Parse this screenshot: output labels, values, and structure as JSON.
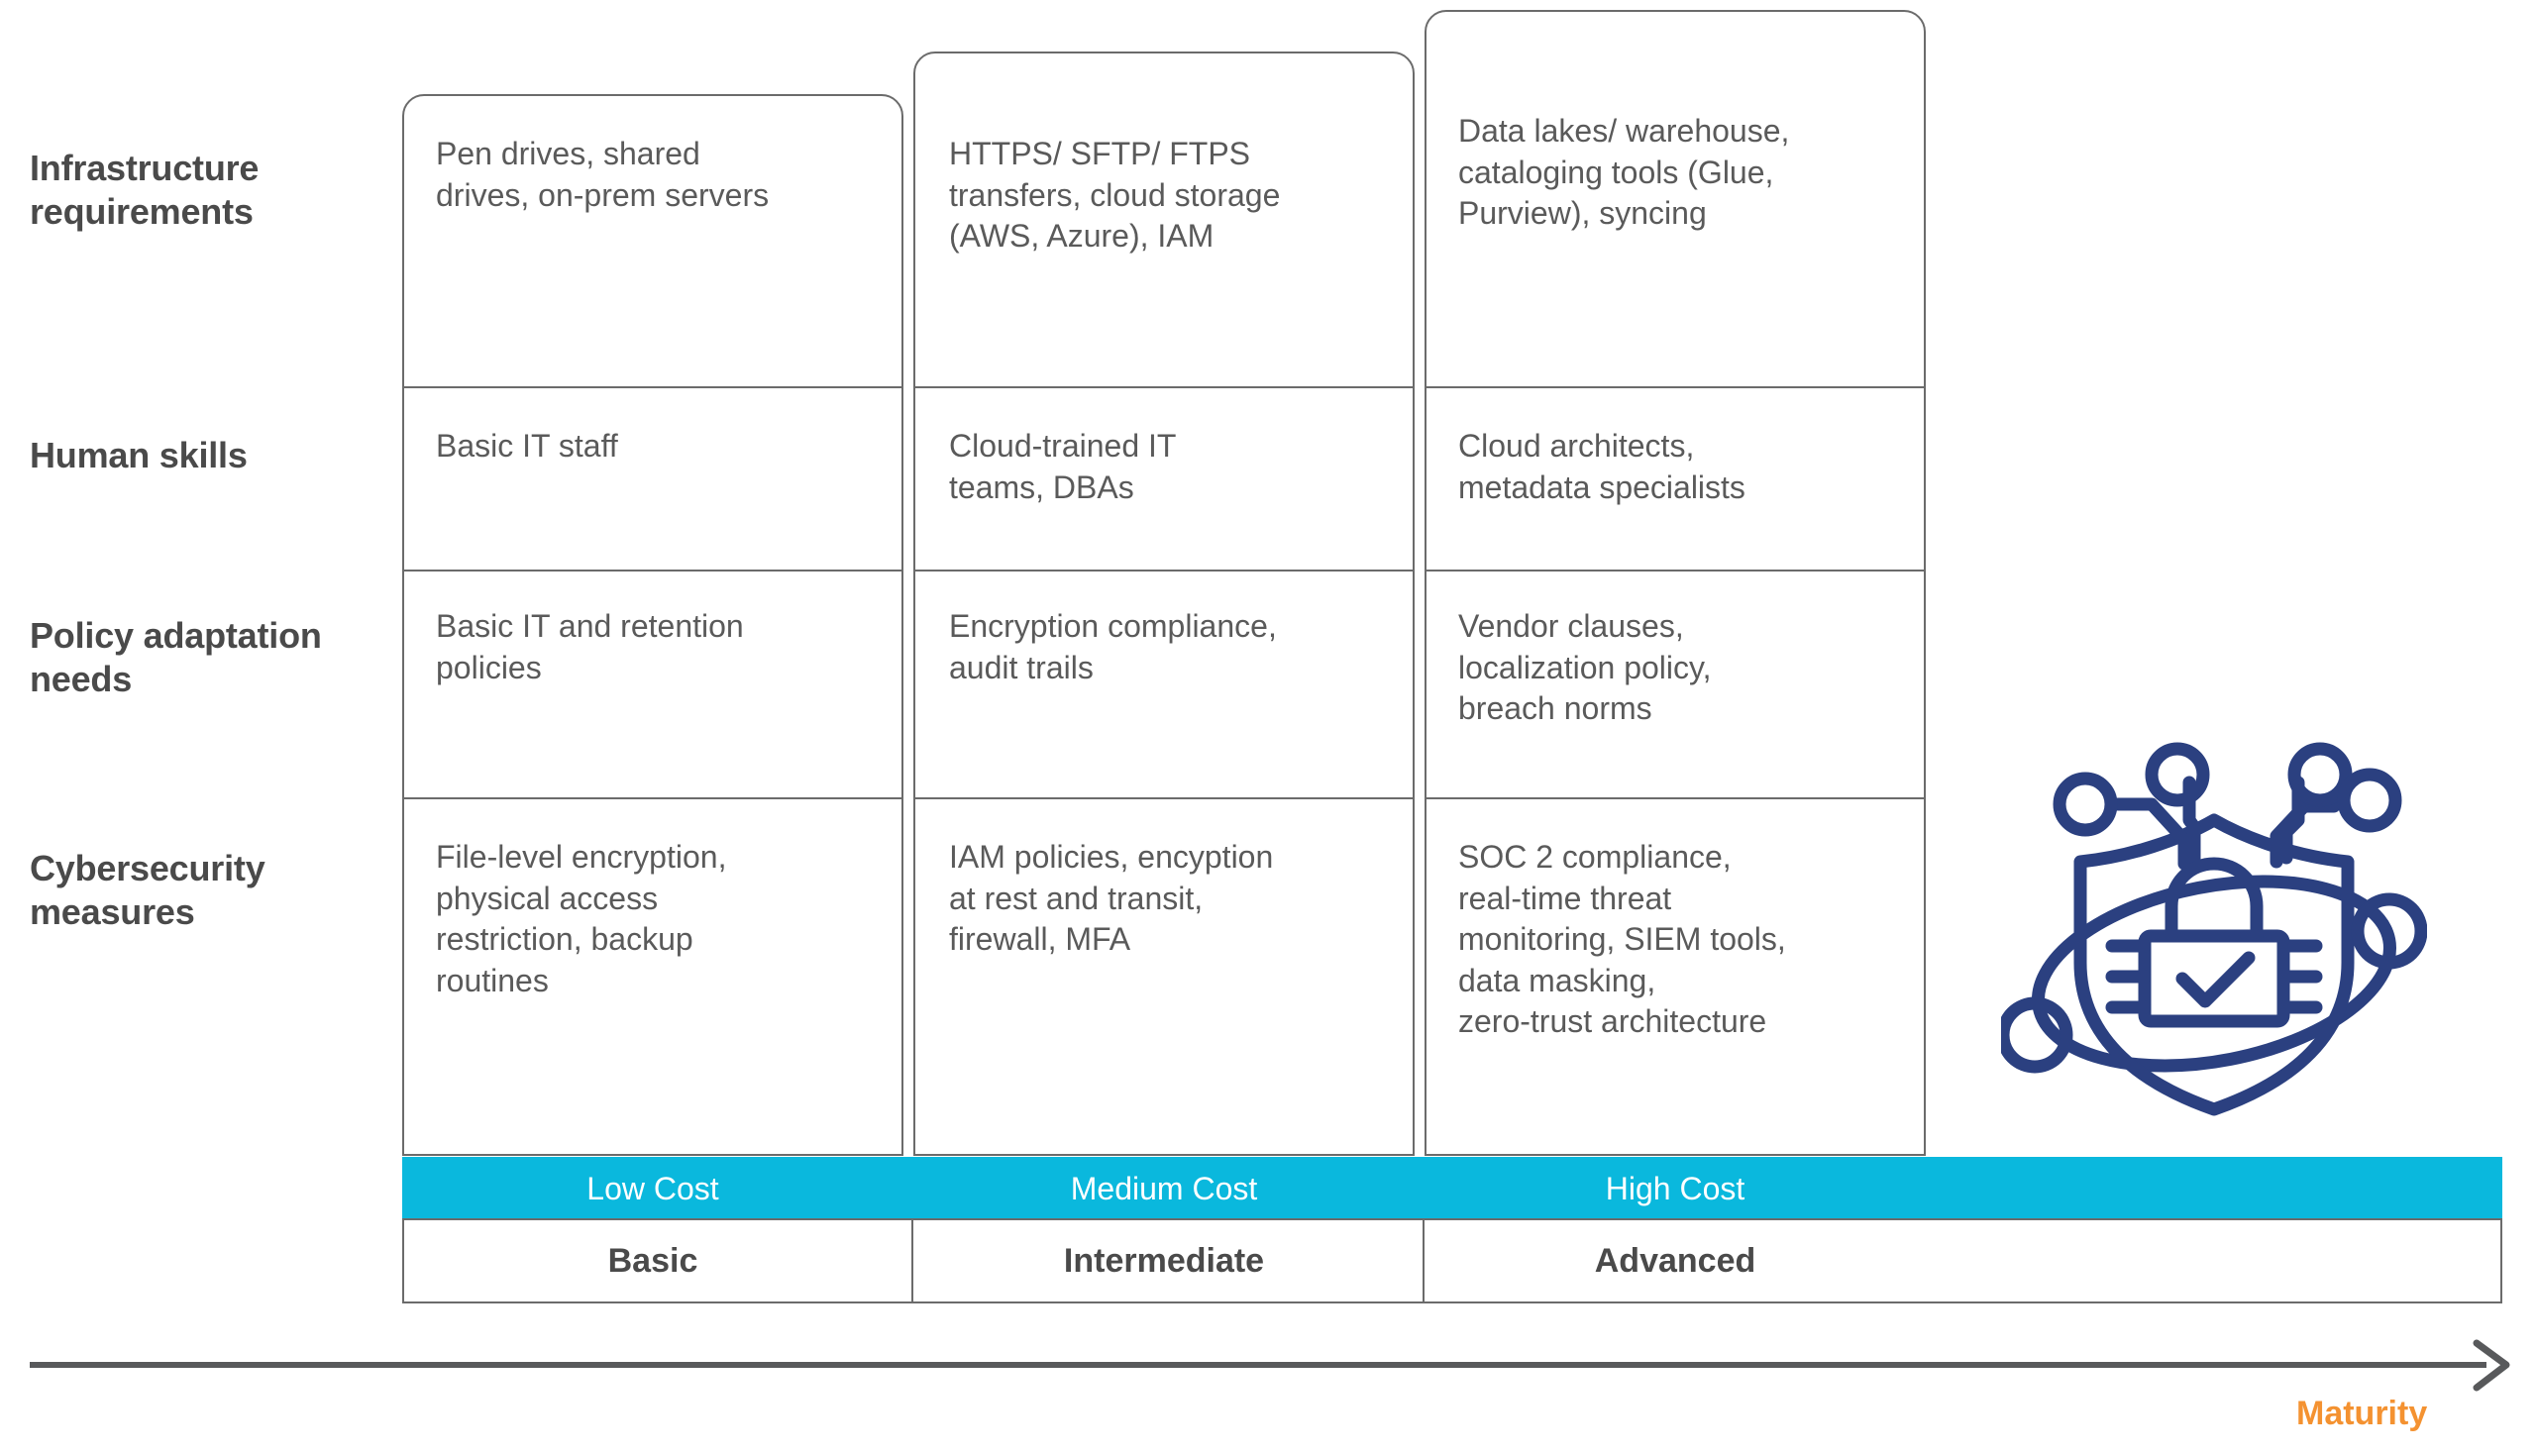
{
  "rows": [
    {
      "label": "Infrastructure\nrequirements",
      "cells": [
        "Pen drives, shared\ndrives, on-prem servers",
        "HTTPS/ SFTP/ FTPS\ntransfers, cloud storage\n(AWS, Azure), IAM",
        "Data lakes/ warehouse,\ncataloging tools (Glue,\nPurview), syncing"
      ]
    },
    {
      "label": "Human skills",
      "cells": [
        "Basic IT staff",
        "Cloud-trained IT\nteams, DBAs",
        "Cloud architects,\nmetadata specialists"
      ]
    },
    {
      "label": "Policy adaptation\nneeds",
      "cells": [
        "Basic IT and retention\npolicies",
        "Encryption compliance,\naudit trails",
        "Vendor clauses,\nlocalization policy,\nbreach norms"
      ]
    },
    {
      "label": "Cybersecurity\nmeasures",
      "cells": [
        "File-level encryption,\nphysical access\nrestriction, backup\nroutines",
        "IAM policies, encyption\nat rest and transit,\nfirewall, MFA",
        "SOC 2 compliance,\nreal-time threat\nmonitoring, SIEM tools,\ndata masking,\nzero-trust architecture"
      ]
    }
  ],
  "cost_band": {
    "labels": [
      "Low Cost",
      "Medium Cost",
      "High Cost"
    ]
  },
  "level_band": {
    "labels": [
      "Basic",
      "Intermediate",
      "Advanced"
    ]
  },
  "axis": {
    "label": "Maturity"
  },
  "icon": {
    "name": "cybersecurity-shield-lock-icon"
  },
  "colors": {
    "cost_band": "#0ab8dd",
    "maturity_label": "#F49231",
    "border": "#6b6b6b",
    "body_text": "#5a5a5a",
    "heading_text": "#4a4a4a",
    "icon_navy": "#2b4080"
  }
}
